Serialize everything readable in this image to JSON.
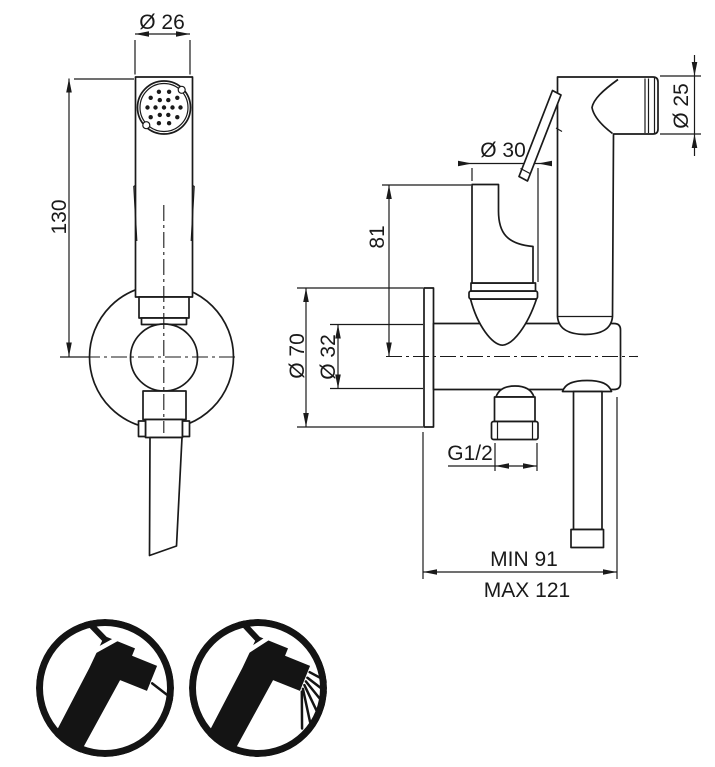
{
  "page": {
    "background": "#ffffff",
    "line_color": "#1a1a1a",
    "kind": "technical dimension drawing — wall-mounted bidet hand spray with stop valve"
  },
  "front_view": {
    "title": "front view - hand spray on round wall holder",
    "labels": {
      "head_diameter": "Ø 26",
      "spray_height": "130"
    }
  },
  "side_view": {
    "title": "side view - concealed valve body with hand spray and outlet",
    "labels": {
      "head_diameter": "Ø 25",
      "holder_diameter": "Ø 30",
      "holder_height": "81",
      "plate_diameter": "Ø 70",
      "body_diameter": "Ø 32",
      "outlet_thread": "G1/2",
      "depth_min": "MIN 91",
      "depth_max": "MAX 121"
    }
  },
  "pictograms": [
    {
      "name": "single-jet-spray"
    },
    {
      "name": "shower-spray"
    }
  ]
}
